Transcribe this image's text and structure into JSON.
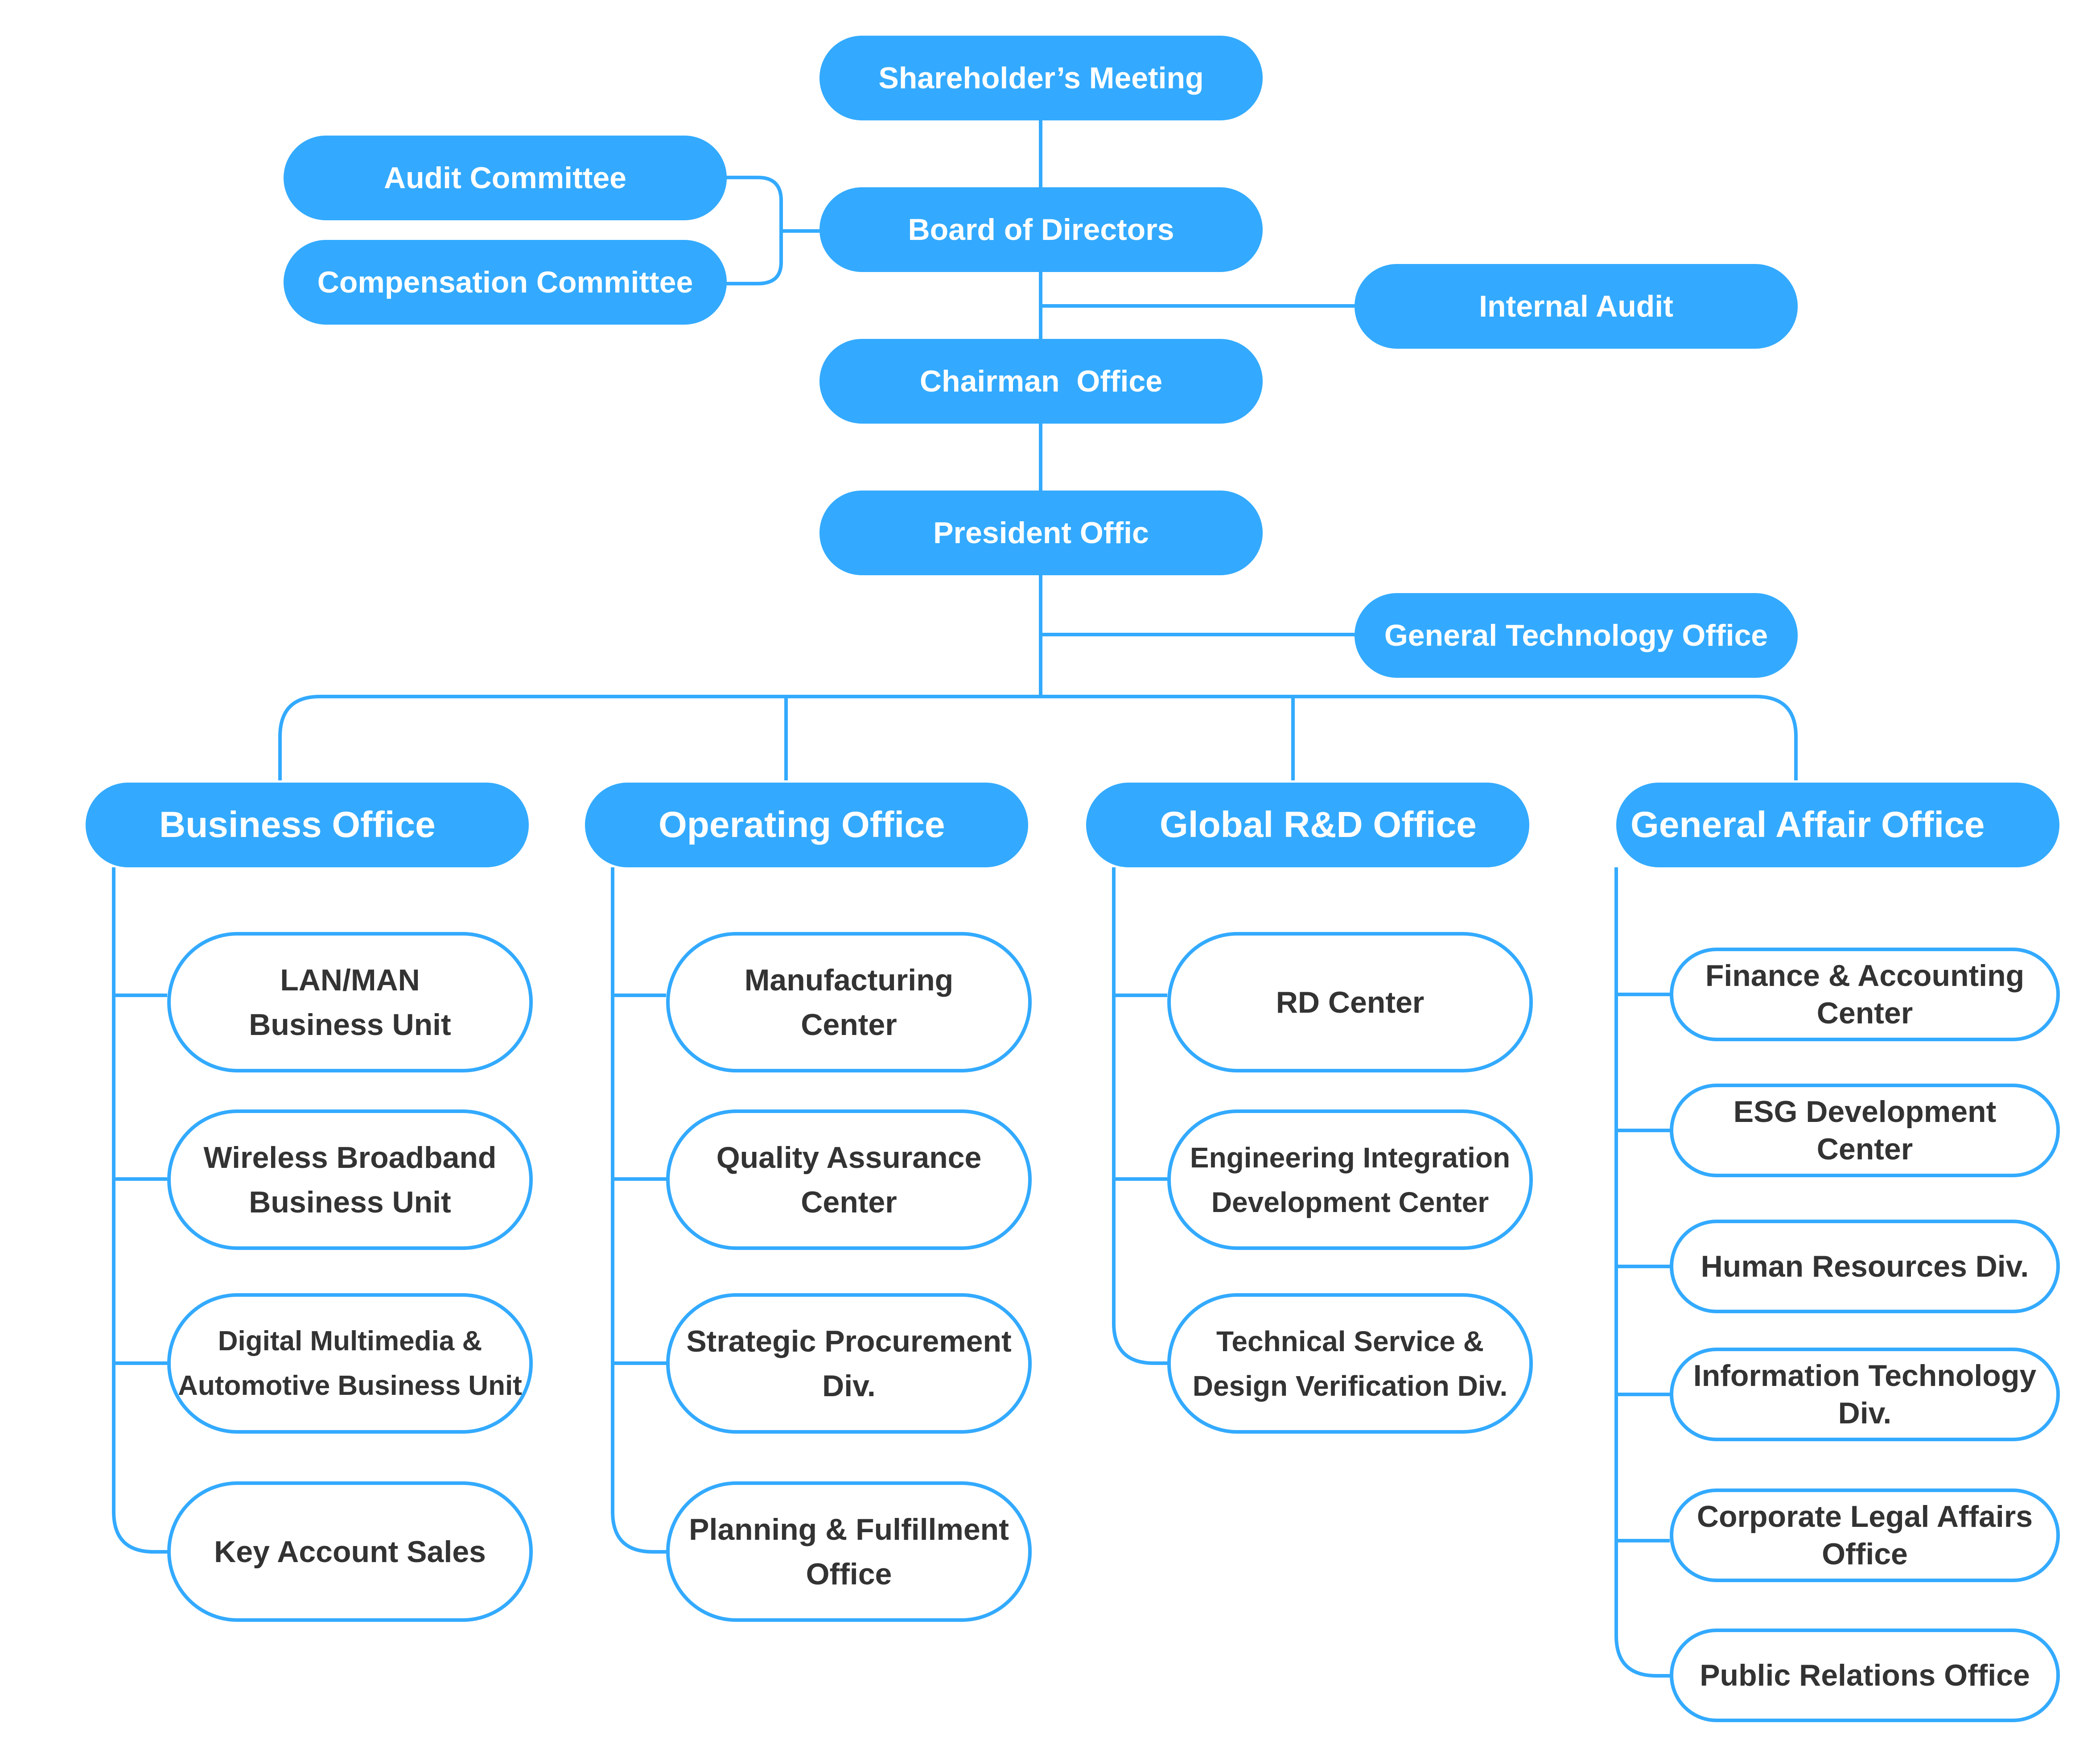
{
  "colors": {
    "accent": "#33aaff",
    "text_dark": "#333333",
    "background": "#ffffff"
  },
  "top": {
    "shareholders": "Shareholder’s Meeting",
    "audit_committee": "Audit Committee",
    "compensation_committee": "Compensation Committee",
    "board": "Board of Directors",
    "internal_audit": "Internal Audit",
    "chairman": "Chairman  Office",
    "president": "President Offic",
    "general_technology": "General Technology Office"
  },
  "offices": [
    {
      "name": "Business Office",
      "units": [
        "LAN/MAN\nBusiness Unit",
        "Wireless Broadband\nBusiness Unit",
        "Digital Multimedia &\nAutomotive Business Unit",
        "Key Account Sales"
      ]
    },
    {
      "name": "Operating Office",
      "units": [
        "Manufacturing\nCenter",
        "Quality Assurance\nCenter",
        "Strategic Procurement\nDiv.",
        "Planning & Fulfillment\nOffice"
      ]
    },
    {
      "name": "Global R&D Office",
      "units": [
        "RD Center",
        "Engineering Integration\nDevelopment Center",
        "Technical Service &\nDesign Verification Div."
      ]
    },
    {
      "name": "General Affair Office",
      "units": [
        "Finance & Accounting\nCenter",
        "ESG Development\nCenter",
        "Human Resources Div.",
        "Information Technology\nDiv.",
        "Corporate Legal Affairs\nOffice",
        "Public Relations Office"
      ]
    }
  ]
}
